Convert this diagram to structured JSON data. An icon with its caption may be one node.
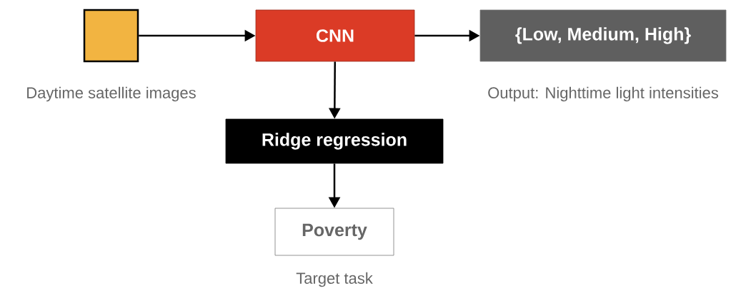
{
  "diagram": {
    "nodes": [
      {
        "text": [],
        "shape": "box",
        "beside": [
          "Daytime satellite images"
        ]
      },
      {
        "text": [
          "CNN"
        ]
      },
      {
        "text": [
          "{Low, Medium, High}"
        ],
        "beside": [
          "Output: Nighttime light intensities"
        ]
      },
      {
        "text": [
          "Ridge regression"
        ]
      },
      {
        "text": [
          "Poverty"
        ],
        "beside": [
          "Target task"
        ]
      }
    ],
    "edges": [
      {
        "from": 0,
        "to": 1,
        "arrow": "to"
      },
      {
        "from": 1,
        "to": 2,
        "arrow": "to"
      },
      {
        "from": 1,
        "to": 3,
        "arrow": "to"
      },
      {
        "from": 3,
        "to": 4,
        "arrow": "to"
      }
    ]
  }
}
